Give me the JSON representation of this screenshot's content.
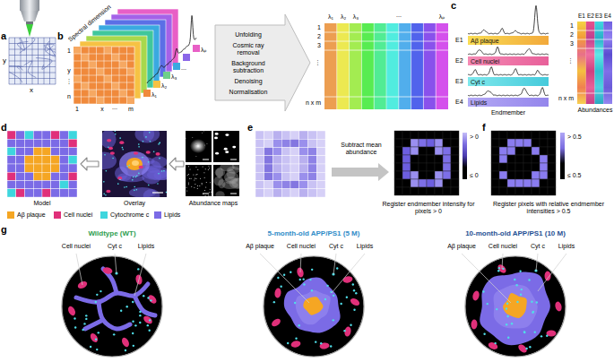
{
  "diagram": {
    "nodes": [
      {
        "text": [
          "Aβ plaque"
        ]
      },
      {
        "text": [
          "Cell nuclei"
        ]
      },
      {
        "text": [
          "Cyt c"
        ]
      },
      {
        "text": [
          "Lipids"
        ]
      }
    ],
    "labels": [
      "a",
      "y",
      "x",
      "b",
      "Spectral dimension",
      "1",
      "y",
      "⋮",
      "n",
      "1",
      "x",
      "...",
      "m",
      "λ₁",
      "λ₂",
      "λ₃",
      "...",
      "λₚ",
      "Unfolding",
      "Cosmic ray removal",
      "Background subtraction",
      "Denoising",
      "Normalisation",
      "λ₁",
      "λ₂",
      "λ₃",
      "...",
      "λₚ",
      "1",
      "2",
      "3",
      "⋮",
      "n x m",
      "c",
      "E1",
      "E2",
      "E3",
      "E4",
      "Endmember",
      "E1",
      "E2",
      "E3",
      "E4",
      "1",
      "2",
      "3",
      "⋮",
      "n x m",
      "Abundances",
      "d",
      "Model",
      "Overlay",
      "Abundance maps",
      "e",
      "Subtract mean abundance",
      "Register endmember intensity for pixels > 0",
      "> 0",
      "≤ 0",
      "f",
      "Register pixels with relative endmember intensities > 0.5",
      "> 0.5",
      "≤ 0.5",
      "g",
      "Wildtype (WT)",
      "5-month-old APP/PS1 (5 M)",
      "10-month-old APP/PS1 (10 M)",
      "Cell nuclei",
      "Cyt c",
      "Lipids",
      "Aβ plaque",
      "Cell nuclei",
      "Cyt c",
      "Lipids",
      "Aβ plaque",
      "Cell nuclei",
      "Cyt c",
      "Lipids"
    ],
    "legend": [
      {
        "text": "Aβ plaque",
        "color": "#f5a623"
      },
      {
        "text": "Cell nuclei",
        "color": "#e0307a"
      },
      {
        "text": "Cytochrome c",
        "color": "#3ed6de"
      },
      {
        "text": "Lipids",
        "color": "#7b6be6"
      }
    ]
  }
}
